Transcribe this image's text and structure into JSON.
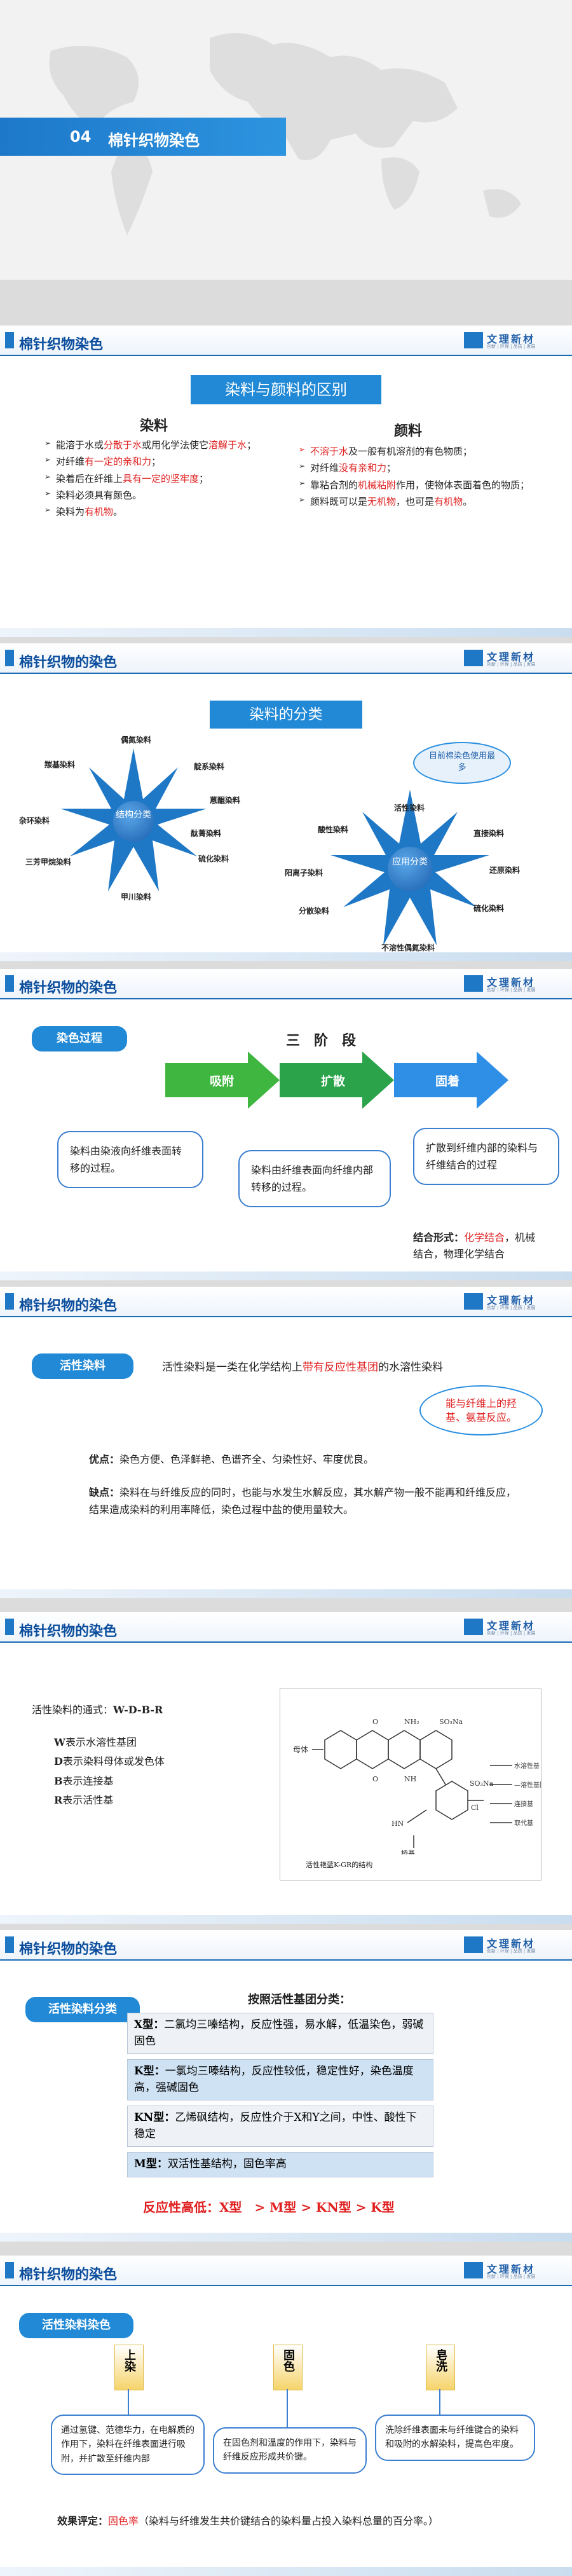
{
  "cover": {
    "number": "04",
    "title": "棉针织物染色"
  },
  "brand": {
    "name": "文理新材",
    "tagline": "创新 | 环保 | 品质 | 发展"
  },
  "slide1": {
    "header": "棉针织物染色",
    "box": "染料与颜料的区别",
    "dye_title": "染料",
    "dye_items": [
      {
        "a": "能溶于水或",
        "r": "分散于水",
        "b": "或用化学法使它",
        "c": "溶解于水",
        "d": "；"
      },
      {
        "a": "对纤维",
        "r": "有一定的亲和力",
        "b": "；"
      },
      {
        "a": "染着后在纤维上",
        "r": "具有一定的坚牢度",
        "b": "；"
      },
      {
        "a": "染料必须具有颜色。"
      },
      {
        "a": "染料为",
        "r": "有机物",
        "b": "。"
      }
    ],
    "pig_title": "颜料",
    "pig_items": [
      {
        "r": "不溶于水",
        "b": "及一般有机溶剂的有色物质；"
      },
      {
        "a": "对纤维",
        "r": "没有亲和力",
        "b": "；"
      },
      {
        "a": "靠粘合剂的",
        "r": "机械粘附",
        "b": "作用，使物体表面着色的物质；"
      },
      {
        "a": "颜料既可以是",
        "r": "无机物",
        "b": "，也可是",
        "c": "有机物",
        "d": "。"
      }
    ]
  },
  "slide2": {
    "header": "棉针织物的染色",
    "box": "染料的分类",
    "struct_center": "结构分类",
    "struct_labels": [
      "偶氮染料",
      "靛系染料",
      "蒽醌染料",
      "酞菁染料",
      "硫化染料",
      "甲川染料",
      "三芳甲烷染料",
      "杂环染料",
      "羰基染料"
    ],
    "app_center": "应用分类",
    "app_labels": [
      "活性染料",
      "直接染料",
      "还原染料",
      "硫化染料",
      "不溶性偶氮染料",
      "分散染料",
      "阳离子染料",
      "酸性染料"
    ],
    "cloud": "目前棉染色使用最多"
  },
  "slide3": {
    "header": "棉针织物的染色",
    "tag": "染色过程",
    "title": "三　阶　段",
    "stages": [
      "吸附",
      "扩散",
      "固着"
    ],
    "desc1": "染料由染液向纤维表面转移的过程。",
    "desc2": "染料由纤维表面向纤维内部转移的过程。",
    "desc3": "扩散到纤维内部的染料与纤维结合的过程",
    "bond_label": "结合形式：",
    "bond_red": "化学结合",
    "bond_rest": "，机械结合，物理化学结合"
  },
  "slide4": {
    "header": "棉针织物的染色",
    "tag": "活性染料",
    "def_a": "活性染料是一类在化学结构上",
    "def_r": "带有反应性基团",
    "def_b": "的水溶性染料",
    "cloud": "能与纤维上的羟基、氨基反应。",
    "adv_label": "优点：",
    "adv": "染色方便、色泽鲜艳、色谱齐全、匀染性好、牢度优良。",
    "dis_label": "缺点：",
    "dis": "染料在与纤维反应的同时，也能与水发生水解反应，其水解产物一般不能再和纤维反应，结果造成染料的利用率降低，染色过程中盐的使用量较大。"
  },
  "slide5": {
    "header": "棉针织物的染色",
    "formula_label": "活性染料的通式：",
    "formula": "W-D-B-R",
    "items": [
      {
        "k": "W",
        "v": "表示水溶性基团"
      },
      {
        "k": "D",
        "v": "表示染料母体或发色体"
      },
      {
        "k": "B",
        "v": "表示连接基"
      },
      {
        "k": "R",
        "v": "表示活性基"
      }
    ],
    "struct_labels": {
      "mother": "母体",
      "water": "水溶性基",
      "bridge": "桥基",
      "link": "连接基",
      "sub": "取代基",
      "solub": "—溶性基团",
      "cl": "Cl",
      "hn": "HN"
    },
    "caption": "活性艳蓝K-GR的结构"
  },
  "slide6": {
    "header": "棉针织物的染色",
    "tag": "活性染料分类",
    "title": "按照活性基团分类：",
    "rows": [
      {
        "k": "X型：",
        "v": "二氯均三嗪结构，反应性强，易水解，低温染色，弱碱固色"
      },
      {
        "k": "K型：",
        "v": "一氯均三嗪结构，反应性较低，稳定性好，染色温度高，强碱固色"
      },
      {
        "k": "KN型：",
        "v": "乙烯砜结构，反应性介于X和Y之间，中性、酸性下稳定"
      },
      {
        "k": "M型：",
        "v": "双活性基结构，固色率高"
      }
    ],
    "summary": "反应性高低：X型　> M型 > KN型 > K型"
  },
  "slide7": {
    "header": "棉针织物的染色",
    "tag": "活性染料染色",
    "steps": [
      "上染",
      "固色",
      "皂洗"
    ],
    "desc1": "通过氢键、范德华力，在电解质的作用下，染料在纤维表面进行吸附，并扩散至纤维内部",
    "desc2": "在固色剂和温度的作用下，染料与纤维反应形成共价键。",
    "desc3": "洗除纤维表面未与纤维键合的染料和吸附的水解染料，提高色牢度。",
    "eval_label": "效果评定：",
    "eval_red": "固色率",
    "eval_rest": "（染料与纤维发生共价键结合的染料量占投入染料总量的百分率。）"
  },
  "colors": {
    "primary": "#1f78c6",
    "green": "#3fb63f",
    "red": "#e02020"
  }
}
